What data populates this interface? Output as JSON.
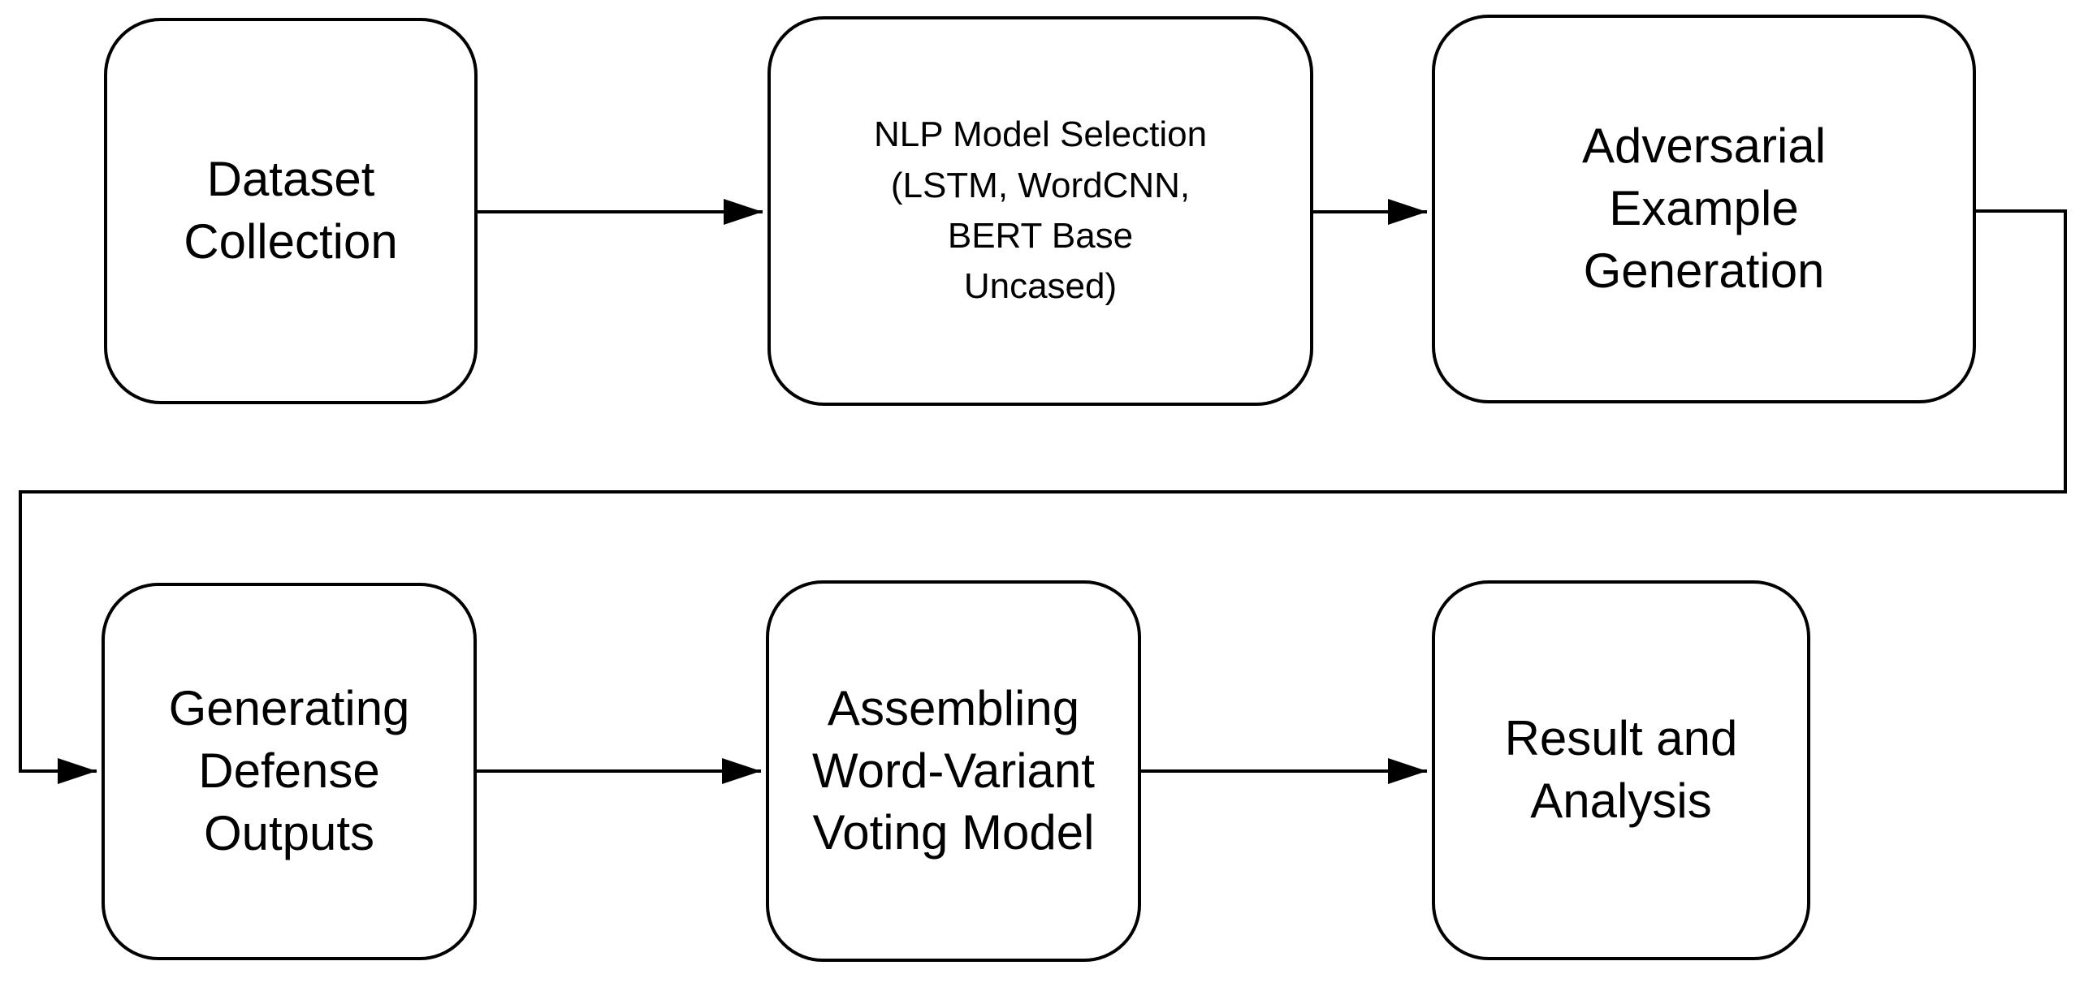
{
  "diagram": {
    "title": "Research methodology flowchart",
    "background_color": "#ffffff",
    "stroke_color": "#000000",
    "text_color": "#000000",
    "nodes": [
      {
        "id": "dataset-collection",
        "label": "Dataset\nCollection"
      },
      {
        "id": "nlp-model-selection",
        "label": "NLP Model Selection\n(LSTM, WordCNN,\nBERT Base\nUncased)"
      },
      {
        "id": "adversarial-example-generation",
        "label": "Adversarial\nExample\nGeneration"
      },
      {
        "id": "generating-defense-outputs",
        "label": "Generating\nDefense\nOutputs"
      },
      {
        "id": "assembling-word-variant-voting-model",
        "label": "Assembling\nWord-Variant\nVoting Model"
      },
      {
        "id": "result-and-analysis",
        "label": "Result and\nAnalysis"
      }
    ],
    "edges": [
      {
        "from": "dataset-collection",
        "to": "nlp-model-selection"
      },
      {
        "from": "nlp-model-selection",
        "to": "adversarial-example-generation"
      },
      {
        "from": "adversarial-example-generation",
        "to": "generating-defense-outputs"
      },
      {
        "from": "generating-defense-outputs",
        "to": "assembling-word-variant-voting-model"
      },
      {
        "from": "assembling-word-variant-voting-model",
        "to": "result-and-analysis"
      }
    ]
  }
}
